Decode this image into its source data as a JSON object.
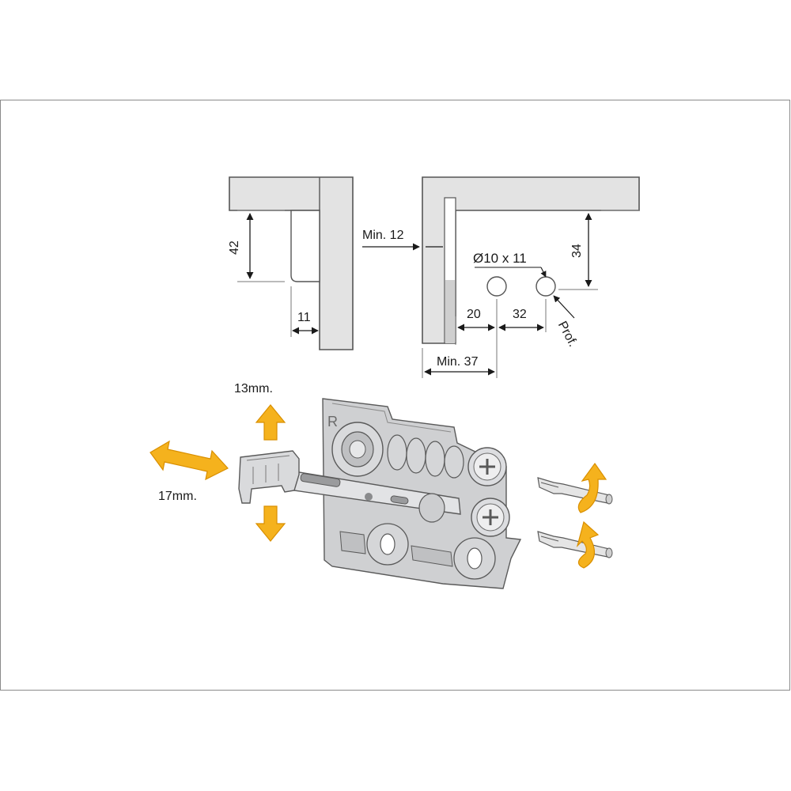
{
  "top_left": {
    "dim_42": "42",
    "dim_11": "11"
  },
  "top_right": {
    "min_12": "Min. 12",
    "hole": "Ø10 x 11",
    "dim_34": "34",
    "dim_20": "20",
    "dim_32": "32",
    "prof": "Prof.",
    "min_37": "Min. 37"
  },
  "bottom": {
    "vertical_adjust": "13mm.",
    "horizontal_adjust": "17mm.",
    "side_mark": "R"
  },
  "colors": {
    "panel_fill": "#e3e3e3",
    "panel_stroke": "#555555",
    "arrow_fill": "#f5b21d",
    "arrow_stroke": "#d98f00",
    "metal": "#cfd0d2"
  }
}
